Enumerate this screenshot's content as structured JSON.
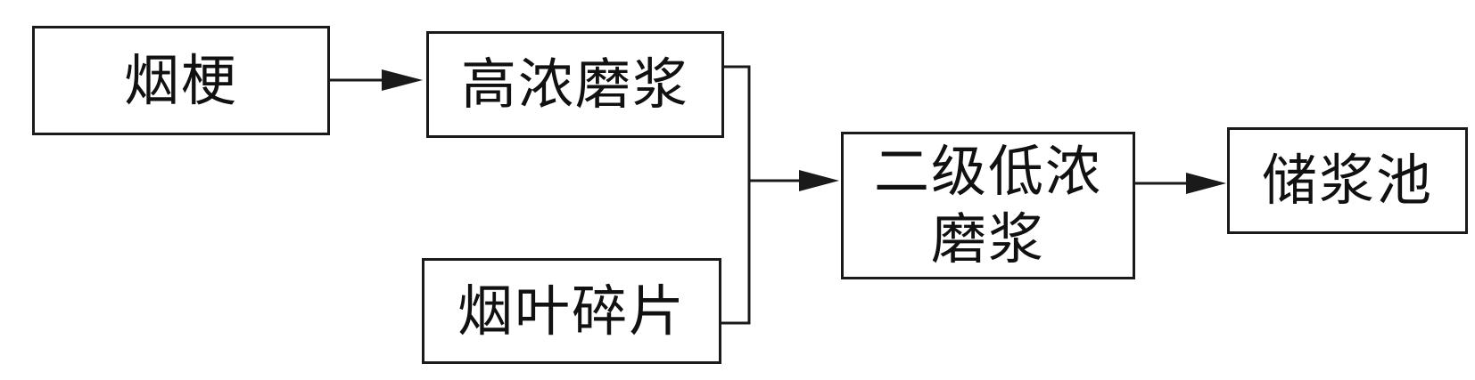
{
  "diagram": {
    "nodes": {
      "stem": "烟梗",
      "high_consistency_refining": "高浓磨浆",
      "leaf_fragments": "烟叶碎片",
      "secondary_low_consistency_refining": "二级低浓磨浆",
      "storage_tank": "储浆池"
    },
    "edges": [
      {
        "from": "stem",
        "to": "high_consistency_refining"
      },
      {
        "from": "high_consistency_refining",
        "to": "secondary_low_consistency_refining"
      },
      {
        "from": "leaf_fragments",
        "to": "secondary_low_consistency_refining"
      },
      {
        "from": "secondary_low_consistency_refining",
        "to": "storage_tank"
      }
    ],
    "colors": {
      "stroke": "#1a1a1a",
      "text": "#111111",
      "background": "#ffffff"
    }
  }
}
